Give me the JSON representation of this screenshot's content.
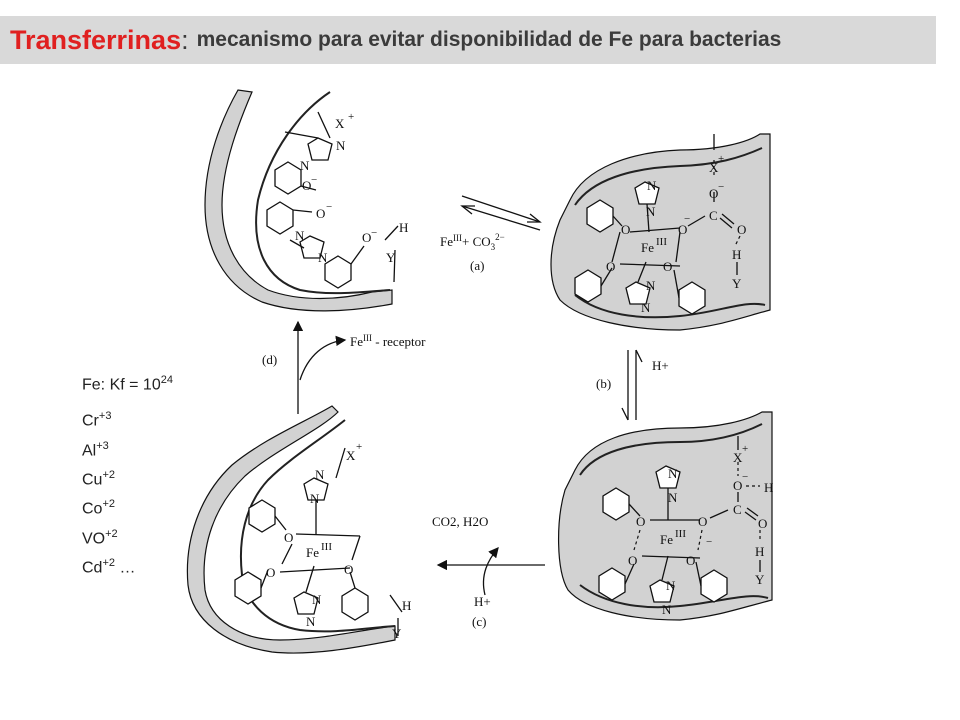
{
  "title": {
    "main": "Transferrinas",
    "colon": ":",
    "sub": "mecanismo para evitar disponibilidad  de Fe para bacterias"
  },
  "atoms": {
    "X": "X",
    "N": "N",
    "O": "O",
    "H": "H",
    "Y": "Y",
    "C": "C",
    "plus": "+",
    "minus": "−",
    "Fe": "Fe",
    "III": "III"
  },
  "reactions": {
    "a_label": "(a)",
    "a_reagent": "FeIII + CO3 2−",
    "a_fe": "Fe",
    "a_iii": "III",
    "a_plus_co": "+ CO",
    "a_sub": "3",
    "a_sup": "2−",
    "b_label": "(b)",
    "b_reagent": "H+",
    "c_label": "(c)",
    "c_products": "CO2, H2O",
    "c_reagent": "H+",
    "d_label": "(d)",
    "d_product": "FeIII - receptor",
    "d_fe": "Fe",
    "d_iii": "III",
    "d_receptor": " - receptor"
  },
  "side": {
    "kf_prefix": "Fe:  Kf = 10",
    "kf_exp": "24",
    "metals": [
      {
        "sym": "Cr",
        "charge": "+3",
        "suffix": ""
      },
      {
        "sym": "Al",
        "charge": "+3",
        "suffix": ""
      },
      {
        "sym": "Cu",
        "charge": "+2",
        "suffix": ""
      },
      {
        "sym": "Co",
        "charge": "+2",
        "suffix": ""
      },
      {
        "sym": "VO",
        "charge": "+2",
        "suffix": ""
      },
      {
        "sym": "Cd",
        "charge": "+2",
        "suffix": " …"
      }
    ]
  },
  "colors": {
    "title_accent": "#e02020",
    "title_bar": "#d9d9d9",
    "protein": "#d2d2d2"
  }
}
